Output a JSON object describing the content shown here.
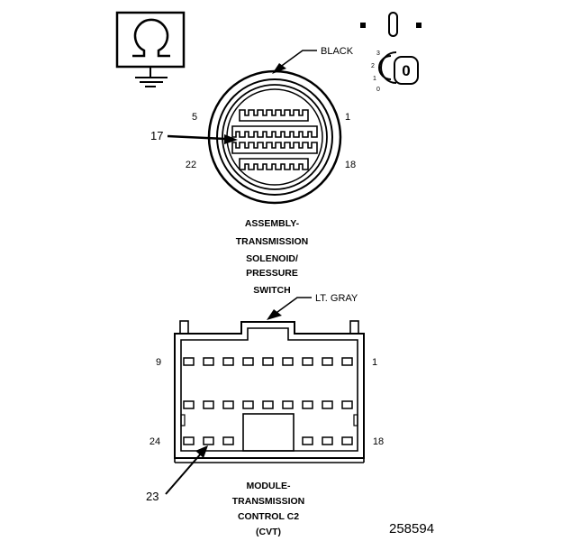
{
  "top_connector": {
    "color_label": "BLACK",
    "pin_labels": {
      "top_left": "5",
      "top_right": "1",
      "bottom_left": "22",
      "bottom_right": "18"
    },
    "callout_pin": "17",
    "name_lines": [
      "ASSEMBLY-",
      "TRANSMISSION",
      "SOLENOID/",
      "PRESSURE",
      "SWITCH"
    ]
  },
  "bottom_connector": {
    "color_label": "LT. GRAY",
    "pin_labels": {
      "top_left": "9",
      "top_right": "1",
      "bottom_left": "24",
      "bottom_right": "18"
    },
    "callout_pin": "23",
    "name_lines": [
      "MODULE-",
      "TRANSMISSION",
      "CONTROL C2",
      "(CVT)"
    ]
  },
  "key_symbol": {
    "position_labels": [
      "3",
      "2",
      "1",
      "0"
    ],
    "key_letter": "0"
  },
  "figure_number": "258594"
}
